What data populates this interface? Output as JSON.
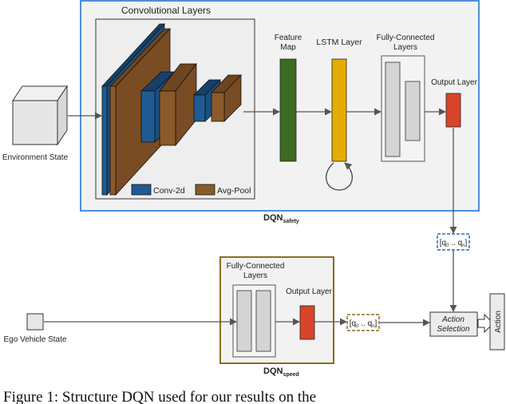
{
  "environment_label": "Environment State",
  "ego_label": "Ego Vehicle State",
  "safety": {
    "conv_title": "Convolutional Layers",
    "legend_conv": "Conv-2d",
    "legend_pool": "Avg-Pool",
    "feature_map_1": "Feature",
    "feature_map_2": "Map",
    "lstm": "LSTM Layer",
    "fc_1": "Fully-Connected",
    "fc_2": "Layers",
    "output": "Output Layer",
    "name_main": "DQN",
    "name_sub": "safety",
    "q_main_a": "q",
    "q_sub_a": "0",
    "q_dots": " .. ",
    "q_main_b": "q",
    "q_sub_b": "n",
    "q_close": "]"
  },
  "speed": {
    "fc_1": "Fully-Connected",
    "fc_2": "Layers",
    "output": "Output Layer",
    "name_main": "DQN",
    "name_sub": "speed",
    "q_main_a": "q",
    "q_sub_a": "0",
    "q_dots": " .. ",
    "q_main_b": "q",
    "q_sub_b": "n",
    "q_close": "]"
  },
  "action_selection_1": "Action",
  "action_selection_2": "Selection",
  "action": "Action",
  "caption": "Figure 1:  Structure DQN used for our results on the",
  "colors": {
    "safety_border": "#4a90d9",
    "speed_border": "#8a6d1f",
    "conv": "#1f5b93",
    "pool": "#8a5a2b",
    "feature_map": "#3d6b22",
    "lstm": "#e6ac00",
    "output": "#d9442b"
  }
}
